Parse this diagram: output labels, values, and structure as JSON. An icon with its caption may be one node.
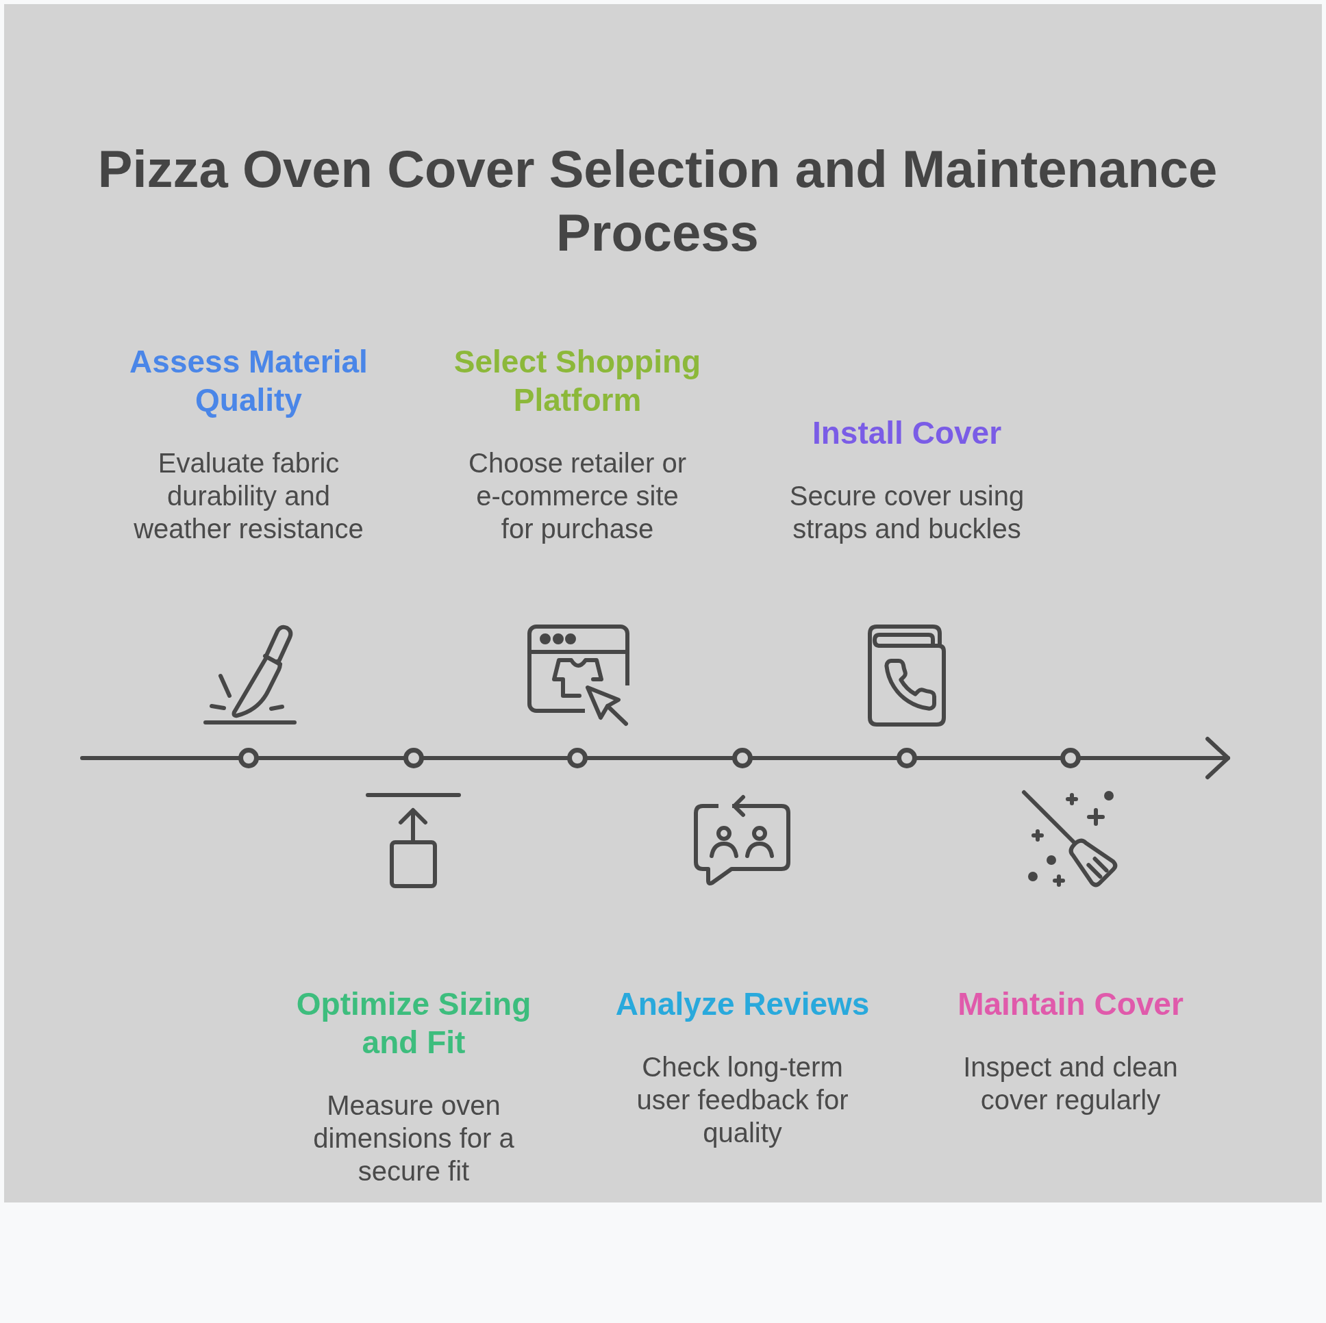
{
  "diagram": {
    "title": "Pizza Oven Cover Selection and Maintenance Process",
    "nodes": [
      {
        "text": [],
        "shape": "circle",
        "beside": [
          "Assess Material Quality",
          "Evaluate fabric durability and weather resistance"
        ]
      },
      {
        "text": [],
        "shape": "circle",
        "beside": [
          "Optimize Sizing and Fit",
          "Measure oven dimensions for a secure fit"
        ]
      },
      {
        "text": [],
        "shape": "circle",
        "beside": [
          "Select Shopping Platform",
          "Choose retailer or e-commerce site for purchase"
        ]
      },
      {
        "text": [],
        "shape": "circle",
        "beside": [
          "Analyze Reviews",
          "Check long-term user feedback for quality"
        ]
      },
      {
        "text": [],
        "shape": "circle",
        "beside": [
          "Install Cover",
          "Secure cover using straps and buckles"
        ]
      },
      {
        "text": [],
        "shape": "circle",
        "beside": [
          "Maintain Cover",
          "Inspect and clean cover regularly"
        ]
      }
    ],
    "edges": [
      {
        "from": null,
        "to": 0,
        "arrow": "none"
      },
      {
        "from": 0,
        "to": 1,
        "arrow": "none"
      },
      {
        "from": 1,
        "to": 2,
        "arrow": "none"
      },
      {
        "from": 2,
        "to": 3,
        "arrow": "none"
      },
      {
        "from": 3,
        "to": 4,
        "arrow": "none"
      },
      {
        "from": 4,
        "to": 5,
        "arrow": "none"
      },
      {
        "from": 5,
        "to": null,
        "arrow": "to"
      }
    ]
  }
}
